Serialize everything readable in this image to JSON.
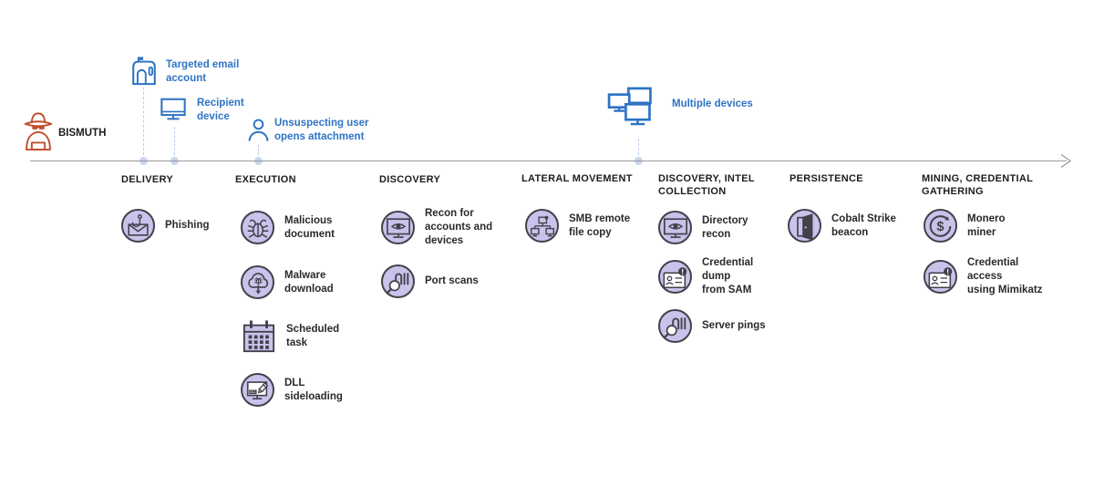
{
  "colors": {
    "accent_blue": "#2e74c4",
    "icon_fill_purple": "#c9c3eb",
    "icon_outline": "#44404b",
    "attacker_orange": "#bf4e2f",
    "timeline_gray": "#9a9a9a"
  },
  "attacker": {
    "label": "BISMUTH",
    "icon": "attacker-icon"
  },
  "timeline": {
    "markers": [
      {
        "icon": "mailbox-icon",
        "label": "Targeted email\naccount"
      },
      {
        "icon": "monitor-icon",
        "label": "Recipient\ndevice"
      },
      {
        "icon": "person-icon",
        "label": "Unsuspecting user\nopens attachment"
      },
      {
        "icon": "multiple-devices-icon",
        "label": "Multiple devices"
      }
    ]
  },
  "stages": [
    {
      "title": "DELIVERY",
      "items": [
        {
          "icon": "phishing-hook-envelope-icon",
          "label": "Phishing"
        }
      ]
    },
    {
      "title": "EXECUTION",
      "items": [
        {
          "icon": "bug-icon",
          "label": "Malicious\ndocument"
        },
        {
          "icon": "cloud-download-bug-icon",
          "label": "Malware\ndownload"
        },
        {
          "icon": "calendar-icon",
          "label": "Scheduled\ntask"
        },
        {
          "icon": "monitor-pencil-icon",
          "label": "DLL\nsideloading"
        }
      ]
    },
    {
      "title": "DISCOVERY",
      "items": [
        {
          "icon": "monitor-eye-icon",
          "label": "Recon for\naccounts and\ndevices"
        },
        {
          "icon": "barcode-magnifier-icon",
          "label": "Port scans"
        }
      ]
    },
    {
      "title": "LATERAL MOVEMENT",
      "items": [
        {
          "icon": "network-tree-icon",
          "label": "SMB remote\nfile copy"
        }
      ]
    },
    {
      "title": "DISCOVERY, INTEL\nCOLLECTION",
      "items": [
        {
          "icon": "monitor-eye-icon",
          "label": "Directory\nrecon"
        },
        {
          "icon": "id-card-alert-icon",
          "label": "Credential\ndump\nfrom SAM"
        },
        {
          "icon": "barcode-magnifier-icon",
          "label": "Server pings"
        }
      ]
    },
    {
      "title": "PERSISTENCE",
      "items": [
        {
          "icon": "open-door-icon",
          "label": "Cobalt Strike\nbeacon"
        }
      ]
    },
    {
      "title": "MINING, CREDENTIAL\nGATHERING",
      "items": [
        {
          "icon": "dollar-cycle-icon",
          "label": "Monero\nminer"
        },
        {
          "icon": "id-card-alert-icon",
          "label": "Credential\naccess\nusing Mimikatz"
        }
      ]
    }
  ],
  "icon_text": {
    "dollar": "$",
    "dll": "DLL",
    "exclamation": "!"
  }
}
